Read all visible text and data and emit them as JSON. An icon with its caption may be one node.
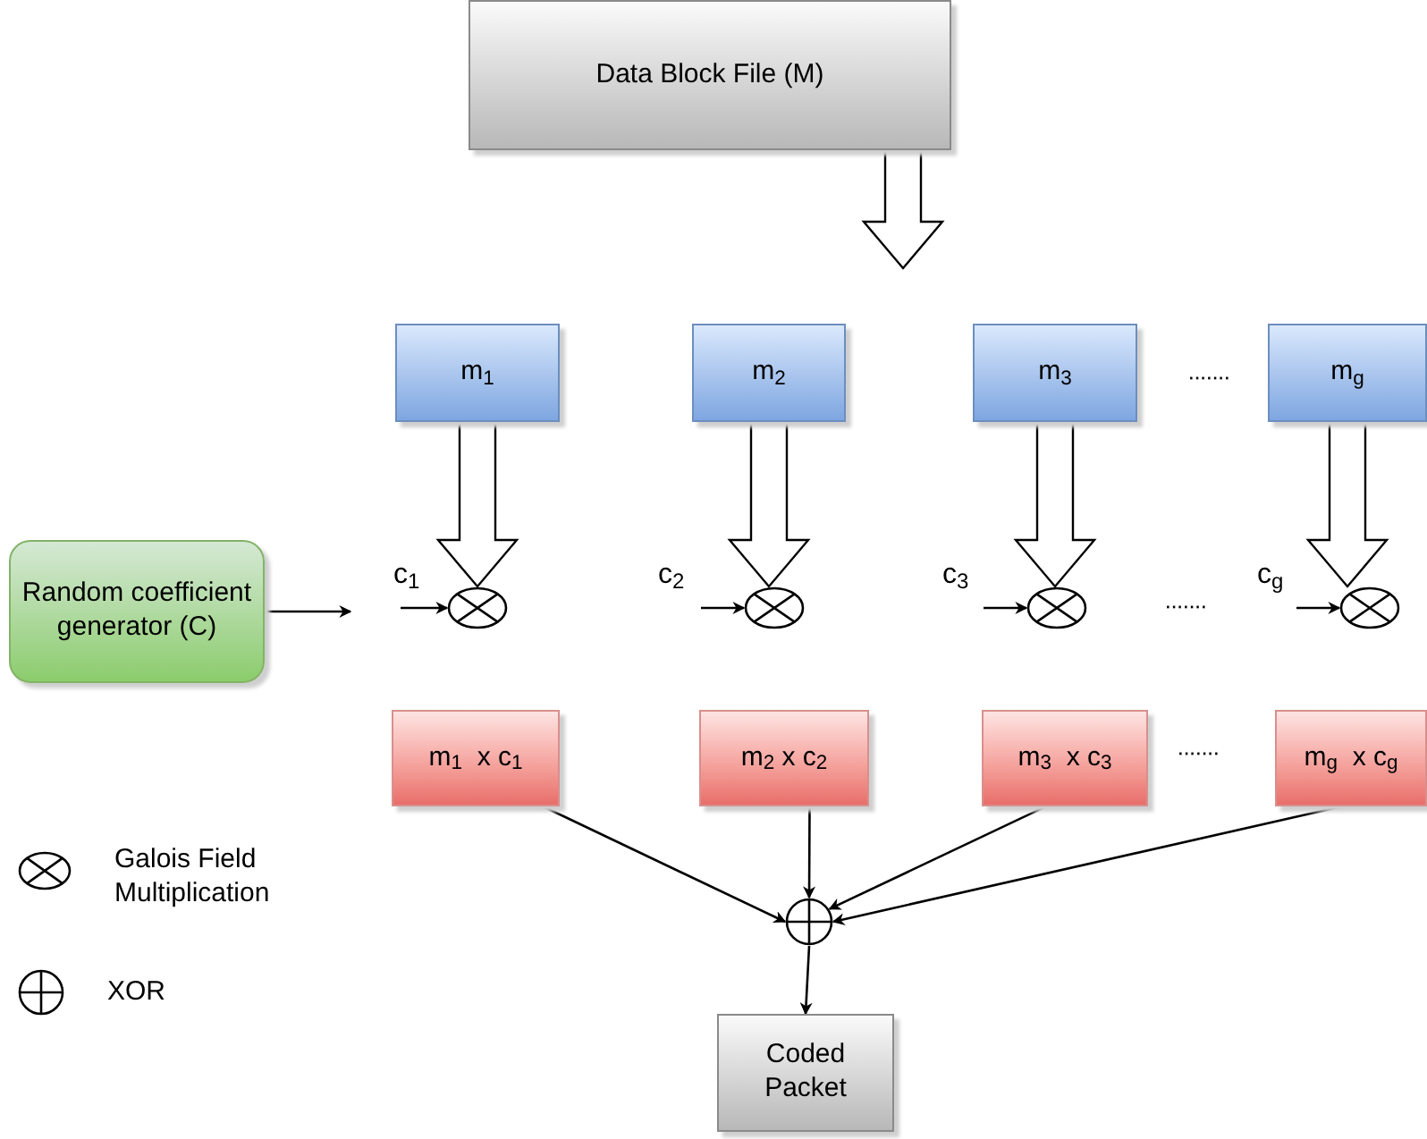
{
  "diagram": {
    "nodes": [
      {
        "text": [
          "Data Block File (M)"
        ]
      },
      {
        "text": [
          "m$_{1}$"
        ]
      },
      {
        "text": [
          "m$_{2}$"
        ]
      },
      {
        "text": [
          "m$_{3}$"
        ]
      },
      {
        "text": [
          "m$_{g}$"
        ]
      },
      {
        "text": [
          "Random coefficient generator (C)"
        ]
      },
      {
        "text": [],
        "shape": "circle",
        "beside": [
          "c$_{1}$"
        ]
      },
      {
        "text": [],
        "shape": "circle",
        "beside": [
          "c$_{2}$"
        ]
      },
      {
        "text": [],
        "shape": "circle",
        "beside": [
          "c$_{3}$"
        ]
      },
      {
        "text": [],
        "shape": "circle",
        "beside": [
          "c$_{g}$"
        ]
      },
      {
        "text": [
          "m$_{1}$  x c$_{1}$"
        ]
      },
      {
        "text": [
          "m$_{2}$ x c$_{2}$"
        ]
      },
      {
        "text": [
          "m$_{3}$  x c$_{3}$"
        ]
      },
      {
        "text": [
          "m$_{g}$  x c$_{g}$"
        ]
      },
      {
        "text": [],
        "shape": "circle"
      },
      {
        "text": [
          "Coded Packet"
        ]
      }
    ],
    "edges": [
      {
        "from": 0,
        "to": null,
        "arrow": "to",
        "style": "thick"
      },
      {
        "from": 1,
        "to": 6,
        "arrow": "to",
        "style": "thick"
      },
      {
        "from": 2,
        "to": 7,
        "arrow": "to",
        "style": "thick"
      },
      {
        "from": 3,
        "to": 8,
        "arrow": "to",
        "style": "thick"
      },
      {
        "from": 4,
        "to": 9,
        "arrow": "to",
        "style": "thick"
      },
      {
        "from": 5,
        "to": null,
        "arrow": "to"
      },
      {
        "from": null,
        "to": 6,
        "arrow": "to"
      },
      {
        "from": null,
        "to": 7,
        "arrow": "to"
      },
      {
        "from": null,
        "to": 8,
        "arrow": "to"
      },
      {
        "from": null,
        "to": 9,
        "arrow": "to"
      },
      {
        "from": 10,
        "to": 14,
        "arrow": "to"
      },
      {
        "from": 11,
        "to": 14,
        "arrow": "to"
      },
      {
        "from": 12,
        "to": 14,
        "arrow": "to"
      },
      {
        "from": 13,
        "to": 14,
        "arrow": "to"
      },
      {
        "from": 14,
        "to": 15,
        "arrow": "to"
      }
    ],
    "labels": [
      "·······",
      "·······",
      "·······"
    ],
    "legend": [
      {
        "text": "Galois Field Multiplication"
      },
      {
        "text": "XOR"
      }
    ]
  }
}
